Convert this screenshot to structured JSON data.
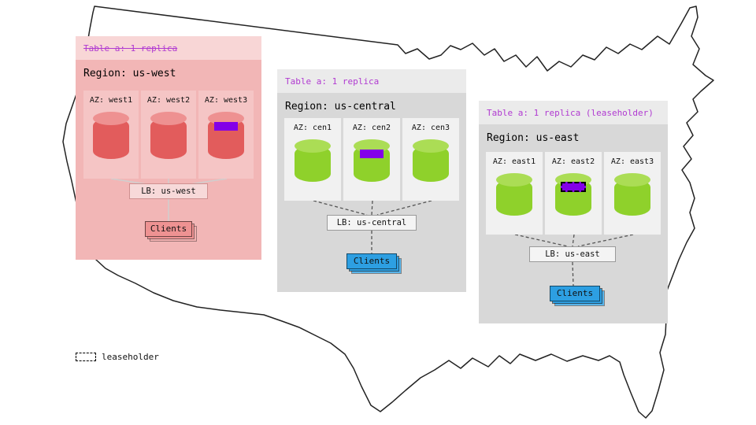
{
  "legend": {
    "label": "leaseholder"
  },
  "regions": [
    {
      "name": "us-west",
      "table_label": "Table a: 1 replica",
      "table_label_struck": true,
      "region_label": "Region: us-west",
      "azs": [
        {
          "label": "AZ: west1",
          "range": "none"
        },
        {
          "label": "AZ: west2",
          "range": "none"
        },
        {
          "label": "AZ: west3",
          "range": "replica"
        }
      ],
      "lb_label": "LB: us-west",
      "clients_label": "Clients"
    },
    {
      "name": "us-central",
      "table_label": "Table a: 1 replica",
      "table_label_struck": false,
      "region_label": "Region: us-central",
      "azs": [
        {
          "label": "AZ: cen1",
          "range": "none"
        },
        {
          "label": "AZ: cen2",
          "range": "replica"
        },
        {
          "label": "AZ: cen3",
          "range": "none"
        }
      ],
      "lb_label": "LB: us-central",
      "clients_label": "Clients"
    },
    {
      "name": "us-east",
      "table_label": "Table a: 1 replica (leaseholder)",
      "table_label_struck": false,
      "region_label": "Region: us-east",
      "azs": [
        {
          "label": "AZ: east1",
          "range": "none"
        },
        {
          "label": "AZ: east2",
          "range": "leaseholder"
        },
        {
          "label": "AZ: east3",
          "range": "none"
        }
      ],
      "lb_label": "LB: us-east",
      "clients_label": "Clients"
    }
  ],
  "colors": {
    "accent_purple_title": "#b03ad1",
    "range_purple": "#8300e8",
    "west_panel_pink": "#f2b6b6",
    "west_cylinder_red": "#e25c5c",
    "gray_panel": "#d8d8d8",
    "replica_cylinder_green": "#8fd12b",
    "clients_blue": "#2d9fe2",
    "clients_pink": "#ee9292",
    "map_outline": "#222222"
  }
}
